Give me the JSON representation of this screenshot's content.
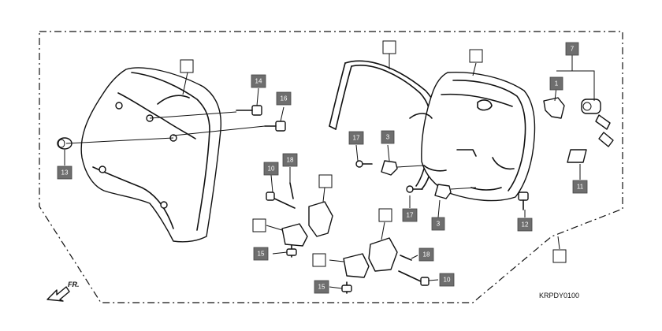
{
  "diagram_code": "KRPDY0100",
  "front_indicator": "FR.",
  "callouts": [
    {
      "id": "c-shield",
      "label": ""
    },
    {
      "id": "c-frame",
      "label": ""
    },
    {
      "id": "c-cover",
      "label": ""
    },
    {
      "id": "c-7",
      "label": "7"
    },
    {
      "id": "c-1",
      "label": "1"
    },
    {
      "id": "c-14",
      "label": "14"
    },
    {
      "id": "c-16",
      "label": "16"
    },
    {
      "id": "c-13",
      "label": "13"
    },
    {
      "id": "c-17a",
      "label": "17"
    },
    {
      "id": "c-3a",
      "label": "3"
    },
    {
      "id": "c-17b",
      "label": "17"
    },
    {
      "id": "c-3b",
      "label": "3"
    },
    {
      "id": "c-11",
      "label": "11"
    },
    {
      "id": "c-12",
      "label": "12"
    },
    {
      "id": "c-10a",
      "label": "10"
    },
    {
      "id": "c-18a",
      "label": "18"
    },
    {
      "id": "c-bracket-a",
      "label": ""
    },
    {
      "id": "c-bracket-b",
      "label": ""
    },
    {
      "id": "c-15a",
      "label": "15"
    },
    {
      "id": "c-bracket-c",
      "label": ""
    },
    {
      "id": "c-18b",
      "label": "18"
    },
    {
      "id": "c-bracket-d",
      "label": ""
    },
    {
      "id": "c-15b",
      "label": "15"
    },
    {
      "id": "c-10b",
      "label": "10"
    },
    {
      "id": "c-assembly",
      "label": ""
    }
  ]
}
